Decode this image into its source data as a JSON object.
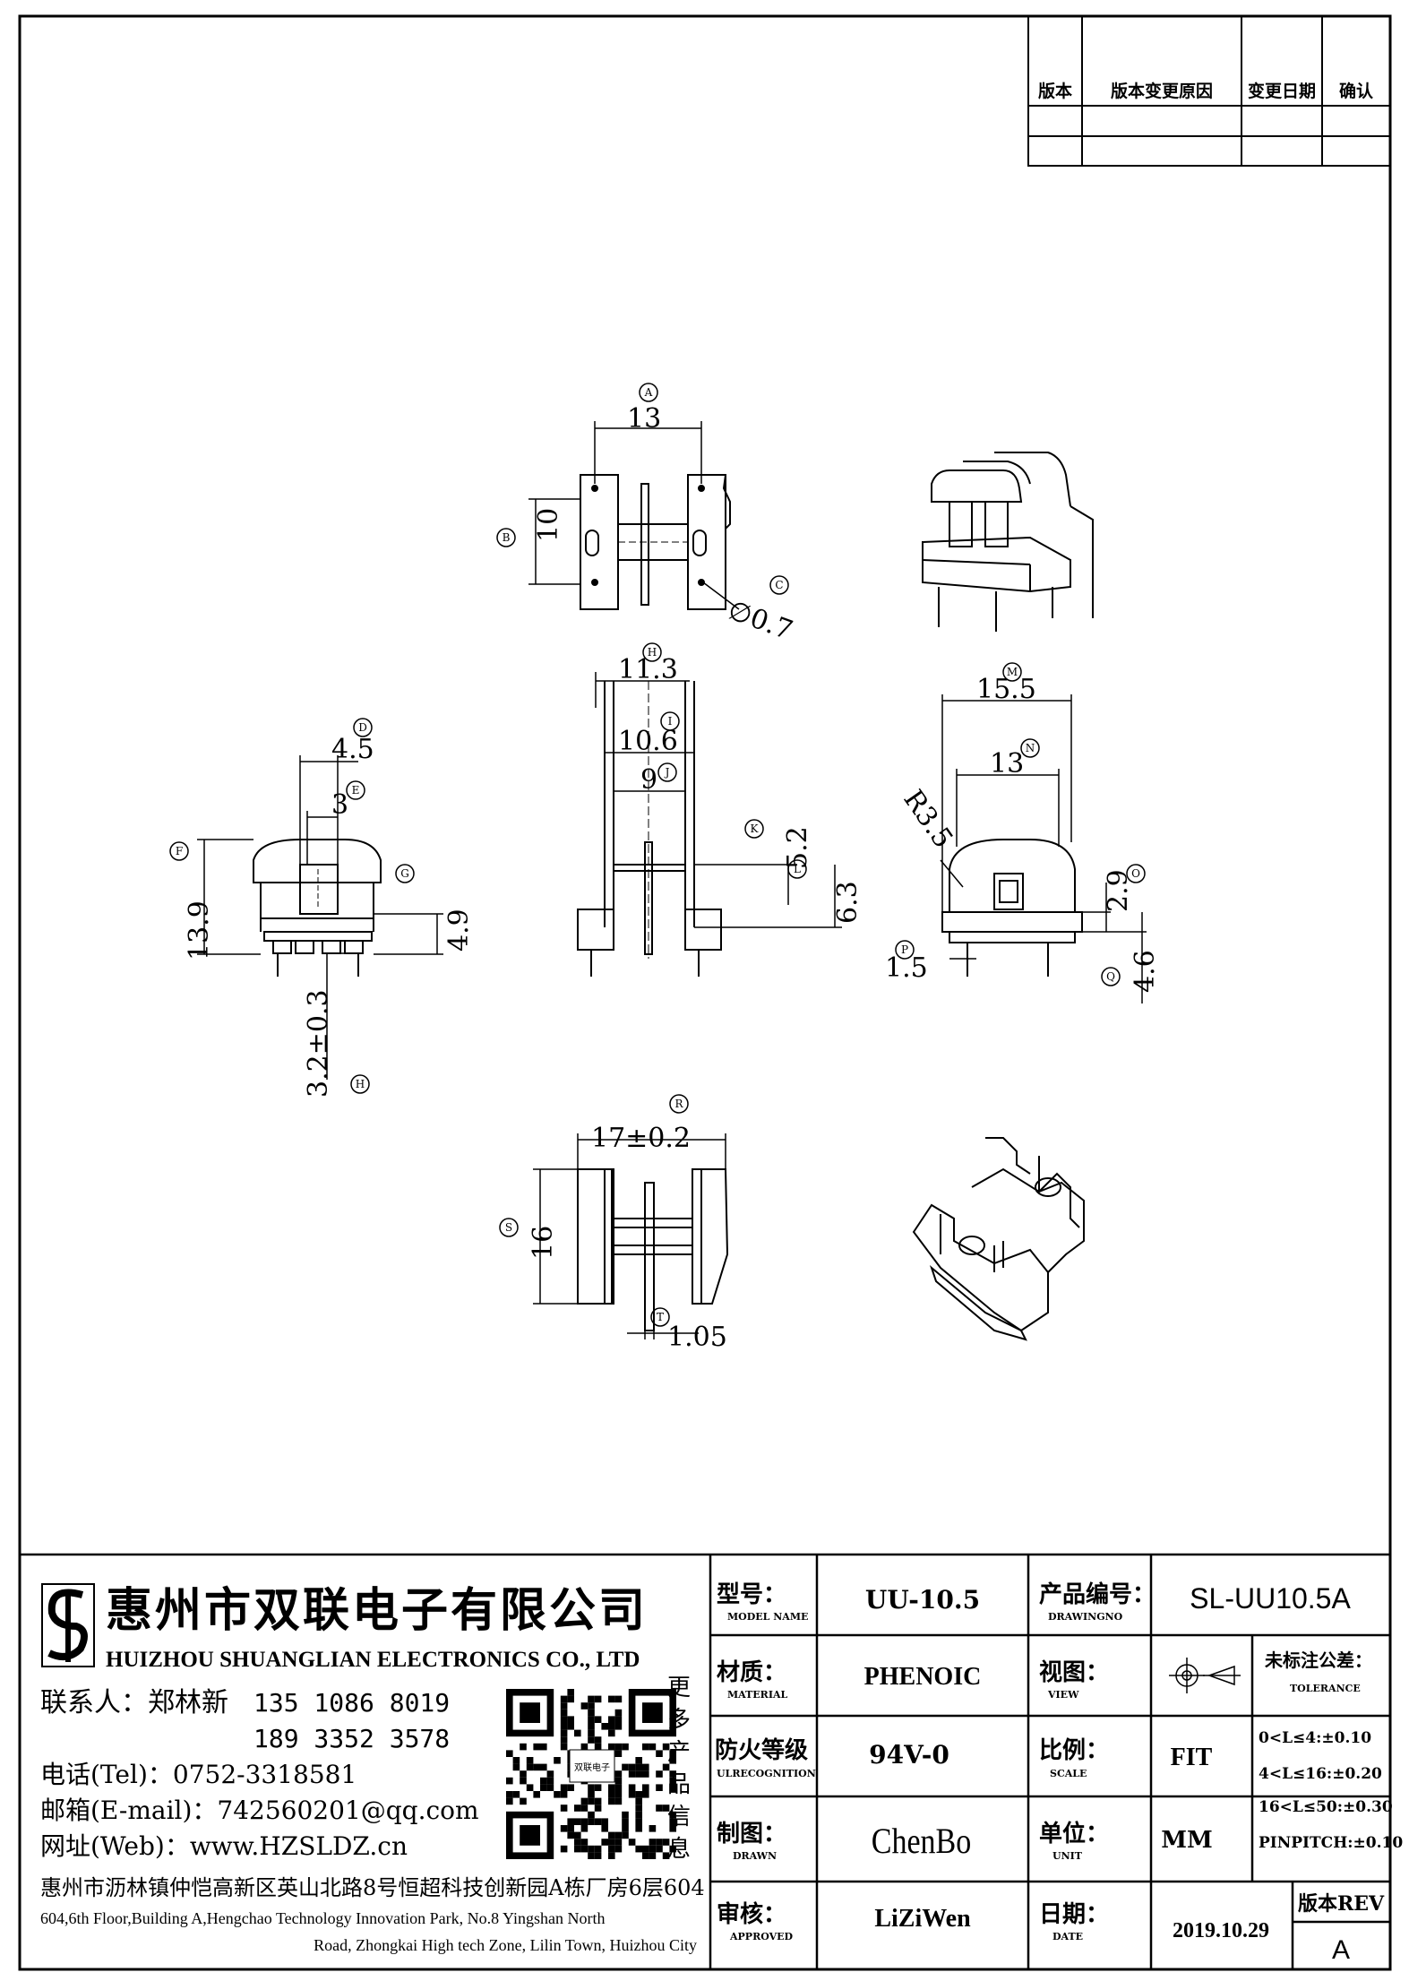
{
  "revision_table": {
    "headers": [
      "版本",
      "版本变更原因",
      "变更日期",
      "确认"
    ],
    "rows": [
      [
        "",
        "",
        "",
        ""
      ],
      [
        "",
        "",
        "",
        ""
      ]
    ]
  },
  "dimensions": {
    "A": {
      "letter": "A",
      "value": "13"
    },
    "B": {
      "letter": "B",
      "value": "10"
    },
    "C": {
      "letter": "C",
      "value": "∅0.7"
    },
    "D": {
      "letter": "D",
      "value": "4.5"
    },
    "E": {
      "letter": "E",
      "value": "3"
    },
    "F": {
      "letter": "F",
      "value": "13.9"
    },
    "G": {
      "letter": "G",
      "value": "4.9"
    },
    "H": {
      "letter": "H",
      "value": "3.2±0.3"
    },
    "I": {
      "letter": "H",
      "value": "11.3"
    },
    "J": {
      "letter": "I",
      "value": "10.6"
    },
    "K": {
      "letter": "J",
      "value": "9"
    },
    "L": {
      "letter": "K",
      "value": "5.2"
    },
    "M": {
      "letter": "L",
      "value": "6.3"
    },
    "N": {
      "letter": "M",
      "value": "15.5"
    },
    "O": {
      "letter": "N",
      "value": "13"
    },
    "P": {
      "letter": "",
      "value": "R3.5"
    },
    "Q": {
      "letter": "O",
      "value": "2.9"
    },
    "R": {
      "letter": "P",
      "value": "1.5"
    },
    "S": {
      "letter": "Q",
      "value": "4.6"
    },
    "T": {
      "letter": "R",
      "value": "17±0.2"
    },
    "U": {
      "letter": "S",
      "value": "16"
    },
    "V": {
      "letter": "T",
      "value": "1.05"
    }
  },
  "company": {
    "name_cn": "惠州市双联电子有限公司",
    "name_en": "HUIZHOU SHUANGLIAN ELECTRONICS CO., LTD",
    "contact_label": "联系人：郑林新",
    "phone1": "135 1086 8019",
    "phone2": "189 3352 3578",
    "tel": "电话(Tel)：0752-3318581",
    "email": "邮箱(E-mail)：742560201@qq.com",
    "web": "网址(Web)：www.HZSLDZ.cn",
    "qr_caption": [
      "更",
      "多",
      "产",
      "品",
      "信",
      "息"
    ],
    "qr_logo_text": "双联电子",
    "address_cn": "惠州市沥林镇仲恺高新区英山北路8号恒超科技创新园A栋厂房6层604",
    "address_en_1": "604,6th Floor,Building A,Hengchao Technology Innovation Park, No.8 Yingshan North",
    "address_en_2": "Road, Zhongkai High tech Zone, Lilin Town, Huizhou City"
  },
  "title_block": {
    "model_label": "型号：",
    "model_label_en": "MODEL NAME",
    "model_value": "UU-10.5",
    "drawing_label": "产品编号：",
    "drawing_label_en": "DRAWINGNO",
    "drawing_value": "SL-UU10.5A",
    "material_label": "材质：",
    "material_label_en": "MATERIAL",
    "material_value": "PHENOIC",
    "view_label": "视图：",
    "view_label_en": "VIEW",
    "tolerance_label": "未标注公差：",
    "tolerance_label_en": "TOLERANCE",
    "tolerances": [
      "0<L≤4:±0.10",
      "4<L≤16:±0.20",
      "16<L≤50:±0.30",
      "PINPITCH:±0.10"
    ],
    "fire_label": "防火等级",
    "fire_label_en": "ULRECOGNITION",
    "fire_value": "94V-0",
    "scale_label": "比例：",
    "scale_label_en": "SCALE",
    "scale_value": "FIT",
    "drawn_label": "制图：",
    "drawn_label_en": "DRAWN",
    "drawn_value": "ChenBo",
    "unit_label": "单位：",
    "unit_label_en": "UNIT",
    "unit_value": "MM",
    "approved_label": "审核：",
    "approved_label_en": "APPROVED",
    "approved_value": "LiZiWen",
    "date_label": "日期：",
    "date_label_en": "DATE",
    "date_value": "2019.10.29",
    "rev_label": "版本REV",
    "rev_value": "A"
  }
}
